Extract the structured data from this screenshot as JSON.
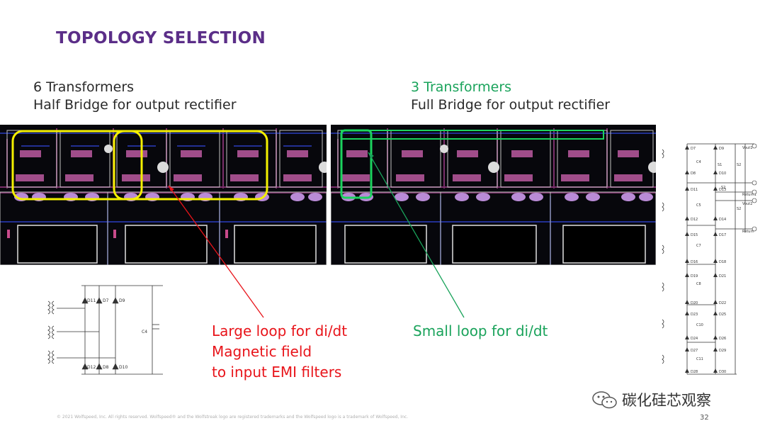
{
  "slide": {
    "title": "TOPOLOGY SELECTION",
    "page_number": "32"
  },
  "left": {
    "line1": "6 Transformers",
    "line2": "Half Bridge for output rectifier"
  },
  "right": {
    "line1": "3 Transformers",
    "line2": "Full Bridge for output rectifier"
  },
  "annotations": {
    "large_loop": [
      "Large loop for di/dt",
      "Magnetic field",
      "to input EMI filters"
    ],
    "small_loop": "Small loop for di/dt"
  },
  "schematic_left": {
    "diodes_top": [
      "D11",
      "D7",
      "D9"
    ],
    "diodes_bottom": [
      "D12",
      "D8",
      "D10"
    ],
    "capacitor": "C4"
  },
  "schematic_right": {
    "diodes": [
      "D7",
      "D9",
      "D8",
      "D10",
      "D11",
      "D13",
      "D12",
      "D14",
      "D15",
      "D17",
      "D16",
      "D18",
      "D19",
      "D21",
      "D20",
      "D22",
      "D23",
      "D25",
      "D24",
      "D26",
      "D27",
      "D29",
      "D28",
      "D30"
    ],
    "caps": [
      "C4",
      "C5",
      "C7",
      "C8",
      "C10",
      "C11"
    ],
    "ports": [
      "Vout1",
      "Return1",
      "Vout2",
      "Return"
    ],
    "switches": [
      "S1",
      "S2",
      "S2",
      "S2"
    ]
  },
  "footer": {
    "legal": "© 2021 Wolfspeed, Inc. All rights reserved. Wolfspeed® and the Wolfstreak logo are registered trademarks and the Wolfspeed logo is a trademark of Wolfspeed, Inc."
  },
  "watermark": {
    "text": "碳化硅芯观察"
  },
  "colors": {
    "title": "#5b2e88",
    "highlight_green": "#1aa35b",
    "highlight_red": "#e8141a",
    "loop_yellow": "#f4f000"
  }
}
